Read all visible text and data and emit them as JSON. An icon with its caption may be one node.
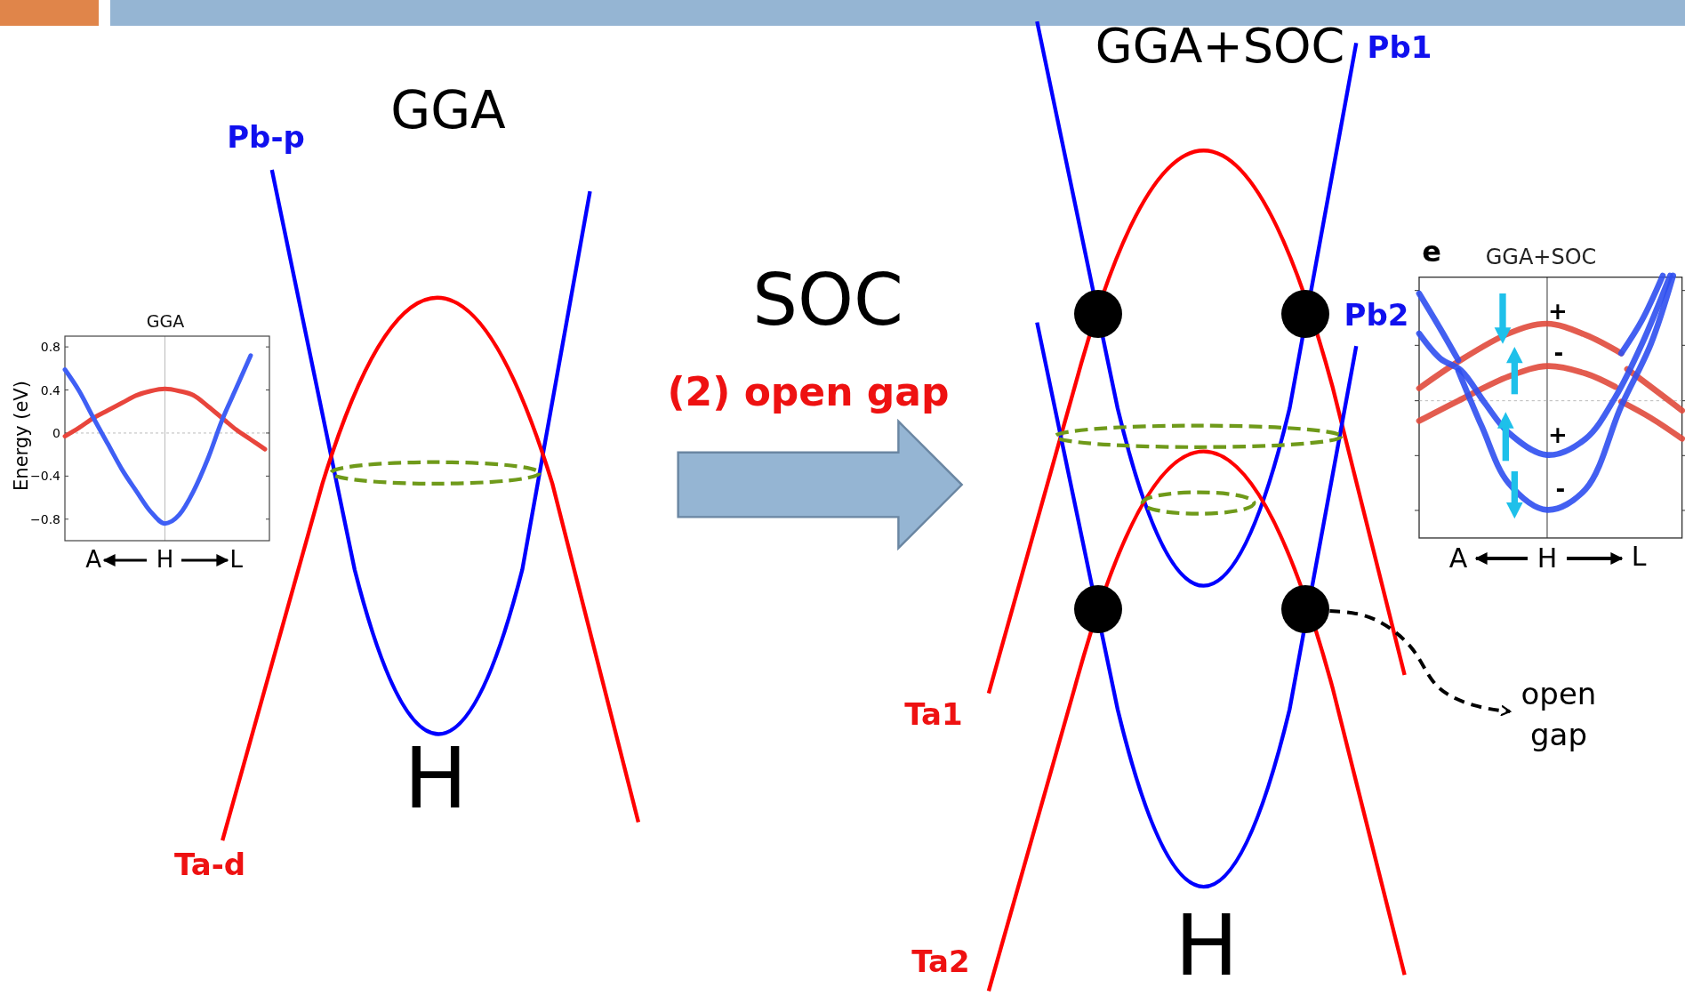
{
  "diagram": {
    "nodes": [
      {
        "text": [],
        "shape": "circle"
      },
      {
        "text": [],
        "shape": "circle"
      },
      {
        "text": [],
        "shape": "circle"
      },
      {
        "text": [],
        "shape": "circle"
      },
      {
        "text": [
          "open gap"
        ]
      }
    ],
    "edges": [
      {
        "from": 3,
        "to": 4,
        "arrow": "to",
        "style": "dashed"
      }
    ],
    "labels": [
      "GGA+SOC",
      "Pb1",
      "Pb-p",
      "GGA",
      "e",
      "GGA+SOC",
      "SOC",
      "+",
      "Pb2",
      "(2) open gap",
      "-",
      "+",
      "-",
      "A",
      "H",
      "L",
      "H",
      "Ta1",
      "Ta-d",
      "Ta2",
      "H"
    ],
    "chart_data": {
      "type": "line",
      "title": "GGA",
      "ylabel": "Energy (eV)",
      "categories": [
        null,
        null,
        "A",
        null,
        null,
        null,
        null,
        "H",
        null,
        null,
        null,
        null,
        "L",
        null,
        null
      ],
      "yticks": [
        {
          "value": 0.8,
          "label": "0.8"
        },
        {
          "value": 0.4,
          "label": "0.4"
        },
        {
          "value": 0,
          "label": "0"
        },
        {
          "value": -0.4,
          "label": "−0.4"
        },
        {
          "value": -0.8,
          "label": "−0.8"
        }
      ],
      "ylim": [
        -1,
        0.9
      ],
      "series": [
        {
          "color": "#e8453c",
          "values": [
            -0.03,
            0.05,
            0.14,
            0.21,
            0.28,
            0.35,
            0.39,
            0.41,
            0.39,
            0.35,
            0.25,
            0.14,
            0.03,
            -0.06,
            -0.15
          ]
        },
        {
          "color": "#3f5ff5",
          "values": [
            0.59,
            0.39,
            0.14,
            -0.1,
            -0.34,
            -0.54,
            -0.73,
            -0.84,
            -0.76,
            -0.54,
            -0.24,
            0.12,
            0.42,
            0.72,
            null
          ]
        }
      ]
    }
  }
}
